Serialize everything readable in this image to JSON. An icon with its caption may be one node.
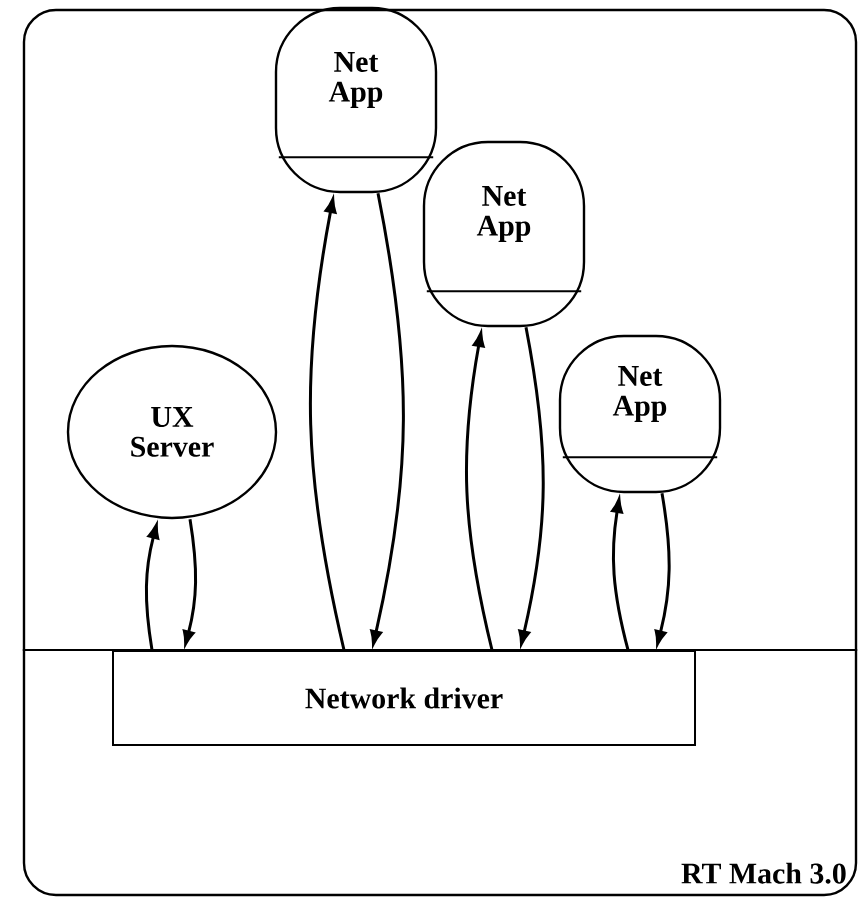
{
  "diagram": {
    "nodes": [
      {
        "text": [
          "RT Mach 3.0"
        ]
      },
      {
        "text": [
          "UX Server"
        ],
        "in": 0
      },
      {
        "text": [
          "Net App"
        ],
        "in": 0
      },
      {
        "text": [
          "Net App"
        ],
        "in": 0
      },
      {
        "text": [
          "Net App"
        ],
        "in": 0
      },
      {
        "text": [
          "Network driver"
        ],
        "in": 0
      }
    ],
    "edges": [
      {
        "from": 5,
        "to": 1,
        "arrow": "to"
      },
      {
        "from": 1,
        "to": 5,
        "arrow": "to"
      },
      {
        "from": 5,
        "to": 2,
        "arrow": "to"
      },
      {
        "from": 2,
        "to": 5,
        "arrow": "to"
      },
      {
        "from": 5,
        "to": 3,
        "arrow": "to"
      },
      {
        "from": 3,
        "to": 5,
        "arrow": "to"
      },
      {
        "from": 5,
        "to": 4,
        "arrow": "to"
      },
      {
        "from": 4,
        "to": 5,
        "arrow": "to"
      }
    ]
  }
}
